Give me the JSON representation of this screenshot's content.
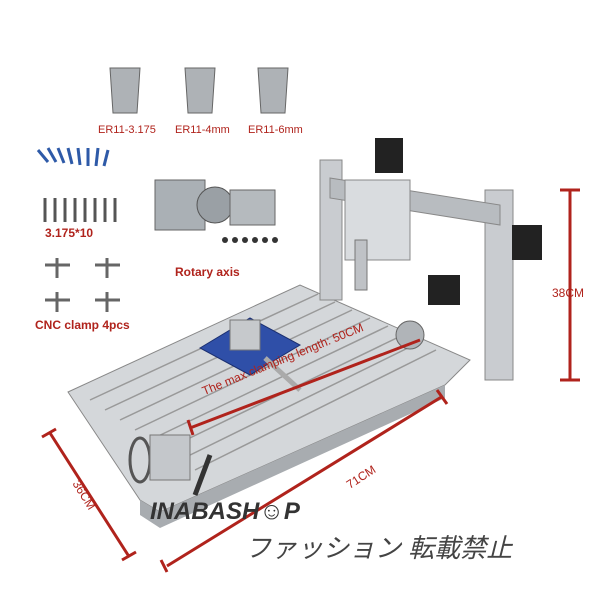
{
  "collets": [
    "ER11-3.175",
    "ER11-4mm",
    "ER11-6mm"
  ],
  "bits_label": "3.175*10",
  "rotary_label": "Rotary axis",
  "clamp_label": "CNC clamp 4pcs",
  "dimensions": {
    "height": "38CM",
    "length": "71CM",
    "width": "36CM",
    "clamping": "The max clamping length: 50CM"
  },
  "watermark": {
    "shop": "INABASH☺P",
    "notice": "ファッション 転載禁止"
  },
  "colors": {
    "annotation": "#b0231c",
    "aluminum": "#c9ccd0",
    "vise": "#2f4fa8"
  }
}
